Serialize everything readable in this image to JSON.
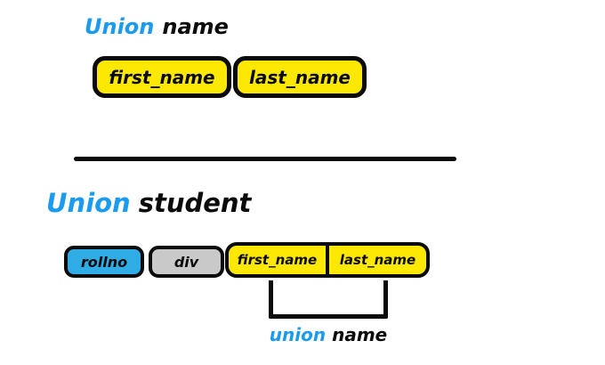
{
  "colors": {
    "accent_blue": "#1b9bf0",
    "box_yellow": "#fce803",
    "box_blue": "#2face3",
    "box_gray": "#c9c9c9",
    "ink_black": "#0b0b0b"
  },
  "union_name_section": {
    "title_keyword": "Union",
    "title_name": "name",
    "fields": [
      {
        "label": "first_name"
      },
      {
        "label": "last_name"
      }
    ]
  },
  "union_student_section": {
    "title_keyword": "Union",
    "title_name": "student",
    "fields": [
      {
        "label": "rollno"
      },
      {
        "label": "div"
      },
      {
        "label": "first_name"
      },
      {
        "label": "last_name"
      }
    ],
    "bracket_label_keyword": "union",
    "bracket_label_name": "name"
  }
}
